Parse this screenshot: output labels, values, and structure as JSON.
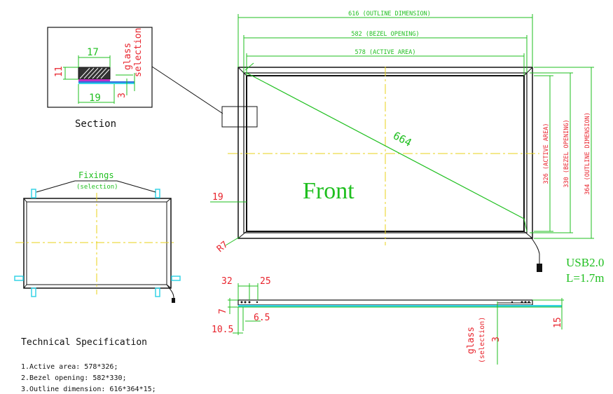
{
  "dims": {
    "outline_w": "616 (OUTLINE DIMENSION)",
    "bezel_w": "582 (BEZEL OPENING)",
    "active_w": "578 (ACTIVE AREA)",
    "active_h": "326 (ACTIVE AREA)",
    "bezel_h": "330 (BEZEL OPENING)",
    "outline_h": "364 (OUTLINE DIMENSION)",
    "diagonal": "664",
    "front": "Front",
    "usb_line1": "USB2.0",
    "usb_line2": "L=1.7m",
    "radius": "R7",
    "edge": "19"
  },
  "section": {
    "title": "Section",
    "d17": "17",
    "d11": "11",
    "d19": "19",
    "d3": "3",
    "glass_line1": "glass",
    "glass_line2": "selection"
  },
  "fixings": {
    "label": "Fixings",
    "sub": "(selection)"
  },
  "side": {
    "d32": "32",
    "d25": "25",
    "d7": "7",
    "d6_5": "6.5",
    "d10_5": "10.5",
    "d15": "15",
    "d3": "3",
    "glass_line1": "glass",
    "glass_line2": "(selection)"
  },
  "spec": {
    "title": "Technical Specification",
    "items": [
      "1.Active area: 578*326;",
      "2.Bezel opening: 582*330;",
      "3.Outline dimension: 616*364*15;"
    ]
  },
  "colors": {
    "green": "#1fbf1f",
    "red": "#e8232c",
    "yellow": "#e8d21a",
    "cyan": "#36d3e6",
    "magenta": "#c230c2",
    "blue": "#2f6fe0"
  }
}
